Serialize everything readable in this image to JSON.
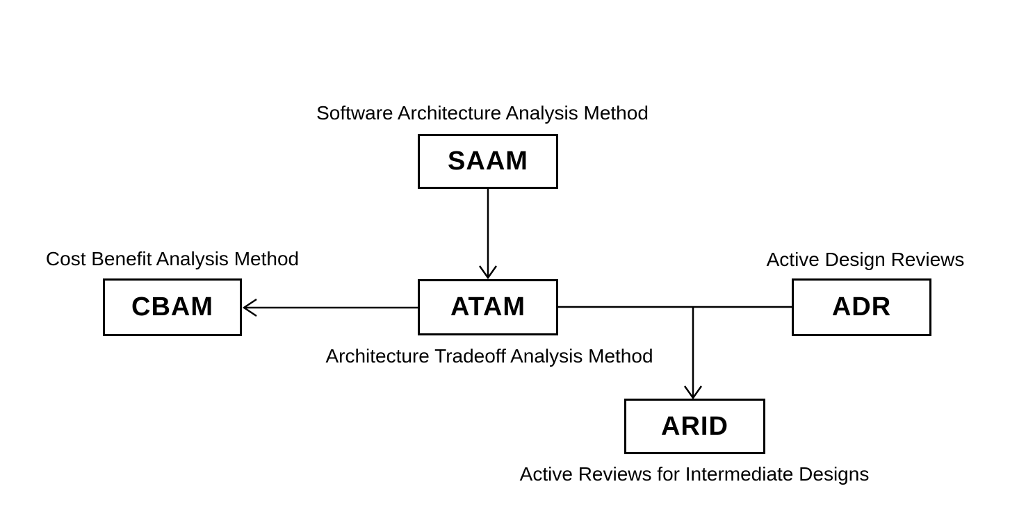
{
  "diagram": {
    "background_color": "#ffffff",
    "line_color": "#000000",
    "text_color": "#000000",
    "nodes": [
      {
        "id": "saam",
        "abbr": "SAAM",
        "caption": "Software Architecture Analysis Method",
        "caption_position": "above"
      },
      {
        "id": "cbam",
        "abbr": "CBAM",
        "caption": "Cost Benefit Analysis Method",
        "caption_position": "above"
      },
      {
        "id": "atam",
        "abbr": "ATAM",
        "caption": "Architecture Tradeoff Analysis Method",
        "caption_position": "below"
      },
      {
        "id": "adr",
        "abbr": "ADR",
        "caption": "Active Design Reviews",
        "caption_position": "above"
      },
      {
        "id": "arid",
        "abbr": "ARID",
        "caption": "Active Reviews for Intermediate Designs",
        "caption_position": "below"
      }
    ],
    "edges": [
      {
        "from": "SAAM",
        "to": "ATAM",
        "arrowhead_at": "ATAM",
        "direction": "down"
      },
      {
        "from": "ATAM",
        "to": "CBAM",
        "arrowhead_at": "CBAM",
        "direction": "left"
      },
      {
        "from": "ATAM",
        "to": "ADR",
        "arrowhead_at": "none",
        "direction": "right"
      },
      {
        "from": "ATAM-ADR-line",
        "to": "ARID",
        "arrowhead_at": "ARID",
        "direction": "down"
      }
    ]
  }
}
